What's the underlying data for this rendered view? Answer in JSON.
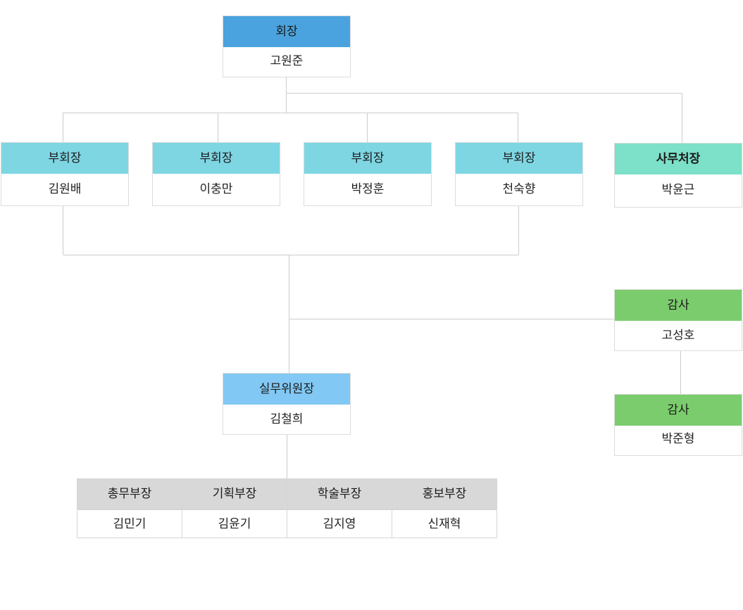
{
  "chairman": {
    "role": "회장",
    "name": "고원준"
  },
  "vice_chairs": [
    {
      "role": "부회장",
      "name": "김원배"
    },
    {
      "role": "부회장",
      "name": "이충만"
    },
    {
      "role": "부회장",
      "name": "박정훈"
    },
    {
      "role": "부회장",
      "name": "천숙향"
    }
  ],
  "secretary_general": {
    "role": "사무처장",
    "name": "박윤근"
  },
  "auditors": [
    {
      "role": "감사",
      "name": "고성호"
    },
    {
      "role": "감사",
      "name": "박준형"
    }
  ],
  "working_chair": {
    "role": "실무위원장",
    "name": "김철희"
  },
  "departments": [
    {
      "role": "총무부장",
      "name": "김민기"
    },
    {
      "role": "기획부장",
      "name": "김윤기"
    },
    {
      "role": "학술부장",
      "name": "김지영"
    },
    {
      "role": "홍보부장",
      "name": "신재혁"
    }
  ],
  "colors": {
    "chairman": "#4aa3de",
    "vice_chair": "#7fd6e3",
    "secretary_general": "#7de0c8",
    "auditor": "#7bcc6d",
    "working_chair": "#82c8f4",
    "department": "#d8d8d8",
    "connector": "#cccccc"
  }
}
